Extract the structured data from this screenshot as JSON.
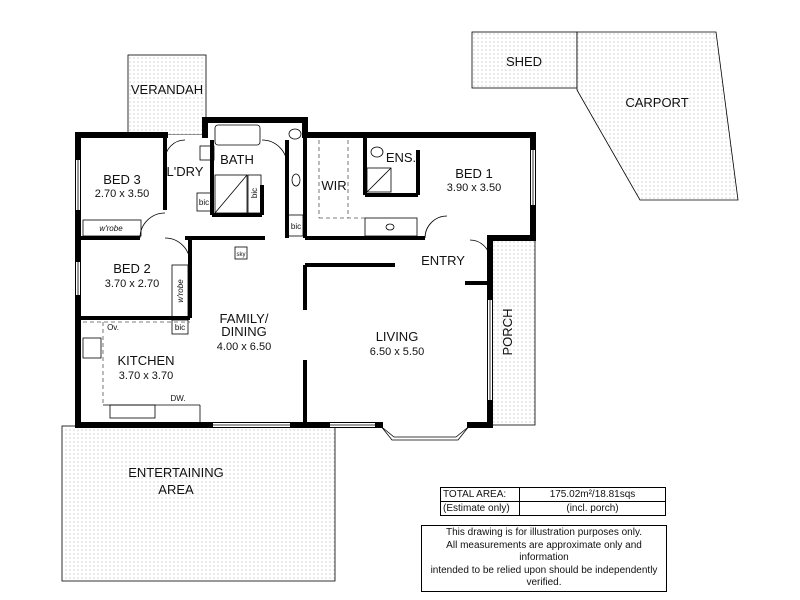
{
  "rooms": {
    "verandah": {
      "name": "VERANDAH"
    },
    "shed": {
      "name": "SHED"
    },
    "carport": {
      "name": "CARPORT"
    },
    "bed3": {
      "name": "BED 3",
      "size": "2.70 x 3.50"
    },
    "laundry": {
      "name": "L'DRY"
    },
    "bath": {
      "name": "BATH"
    },
    "wir": {
      "name": "WIR"
    },
    "ensuite": {
      "name": "ENS."
    },
    "bed1": {
      "name": "BED 1",
      "size": "3.90 x 3.50"
    },
    "bed2": {
      "name": "BED 2",
      "size": "3.70 x 2.70"
    },
    "family": {
      "name": "FAMILY/",
      "name2": "DINING",
      "size": "4.00 x 6.50"
    },
    "living": {
      "name": "LIVING",
      "size": "6.50 x 5.50"
    },
    "entry": {
      "name": "ENTRY"
    },
    "porch": {
      "name": "PORCH"
    },
    "kitchen": {
      "name": "KITCHEN",
      "size": "3.70 x 3.70"
    },
    "entertaining": {
      "name": "ENTERTAINING",
      "name2": "AREA"
    }
  },
  "fixtures": {
    "wrobe1": "w'robe",
    "wrobe2": "w'robe",
    "bic_laundry": "bic",
    "bic_bath": "bic",
    "bic_hall": "bic",
    "bic_kitchen": "bic",
    "sky": "sky",
    "oven": "Ov.",
    "dishwasher": "DW."
  },
  "area_table": {
    "label1": "TOTAL AREA:",
    "value1": "175.02m²/18.81sqs",
    "label2": "(Estimate only)",
    "value2": "(incl. porch)"
  },
  "disclaimer": {
    "line1": "This drawing is for illustration purposes only.",
    "line2": "All measurements are approximate only and information",
    "line3": "intended to be relied upon should be independently verified."
  }
}
